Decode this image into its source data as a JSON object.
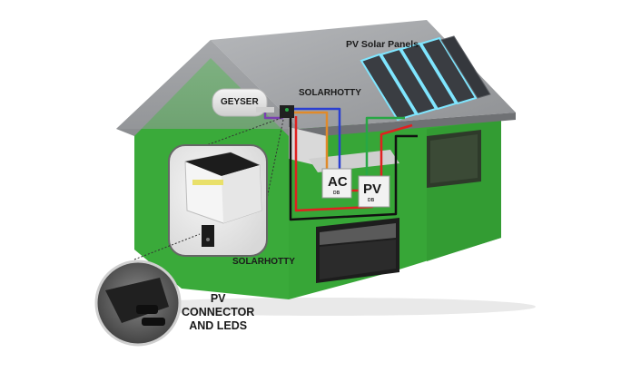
{
  "labels": {
    "geyser": "GEYSER",
    "solarhotty_top": "SOLARHOTTY",
    "pv_solar_panels": "PV Solar Panels",
    "solarhotty_wall": "SOLARHOTTY",
    "ac_box": "AC",
    "ac_box_sub": "DB",
    "pv_box": "PV",
    "pv_box_sub": "DB",
    "pv_connector_line1": "PV",
    "pv_connector_line2": "CONNECTOR",
    "pv_connector_line3": "AND LEDS"
  },
  "colors": {
    "wall_green": "#3aaa3a",
    "wall_green_dark": "#2e8c2e",
    "roof_gray": "#a7a9ac",
    "wire_red": "#e02020",
    "wire_blue": "#2a3fd1",
    "wire_green": "#28a745",
    "wire_orange": "#e08a2a",
    "wire_black": "#111111",
    "wire_purple": "#7a3fb0",
    "panel_dark": "#3a3d42",
    "panel_glow": "#7fe6ff"
  }
}
